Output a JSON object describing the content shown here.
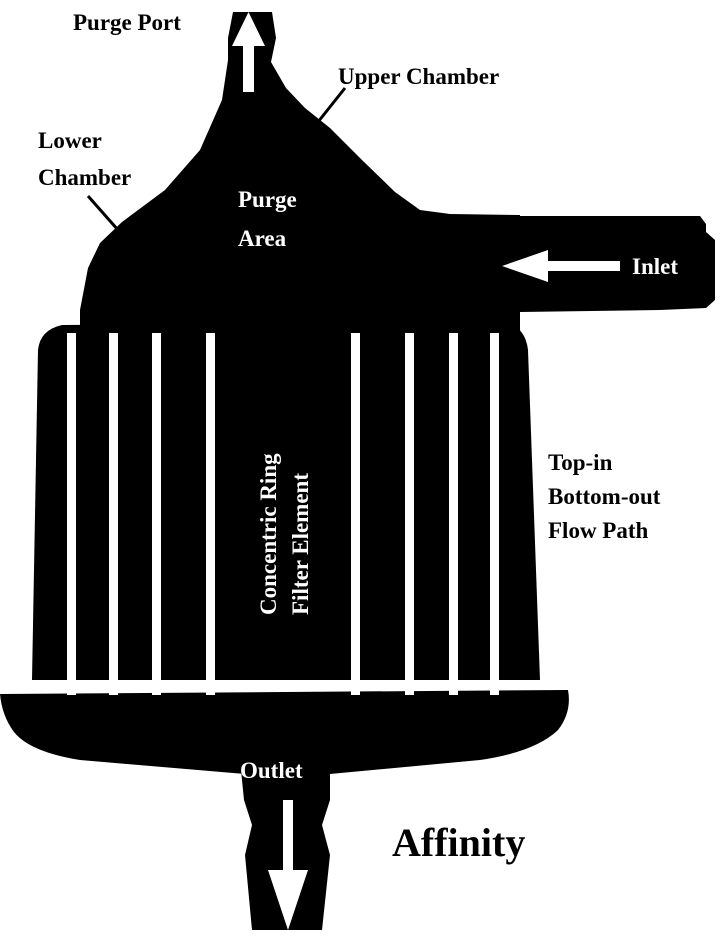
{
  "labels": {
    "purge_port": "Purge Port",
    "upper_chamber": "Upper Chamber",
    "lower_chamber_line1": "Lower",
    "lower_chamber_line2": "Chamber",
    "purge_area_line1": "Purge",
    "purge_area_line2": "Area",
    "inlet": "Inlet",
    "filter_element_line1": "Concentric Ring",
    "filter_element_line2": "Filter Element",
    "flow_path_line1": "Top-in",
    "flow_path_line2": "Bottom-out",
    "flow_path_line3": "Flow Path",
    "outlet": "Outlet",
    "brand": "Affinity"
  },
  "colors": {
    "body": "#000000",
    "background": "#ffffff",
    "inner_text": "#ffffff"
  },
  "icons": {
    "purge_arrow": "arrow-up-icon",
    "inlet_arrow": "arrow-left-icon",
    "outlet_arrow": "arrow-down-icon"
  }
}
